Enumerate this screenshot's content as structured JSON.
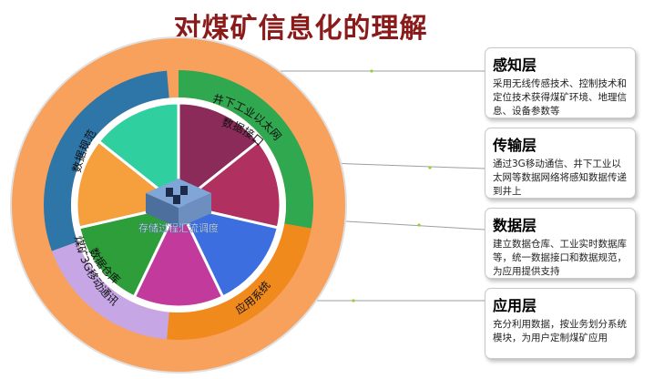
{
  "title": "对煤矿信息化的理解",
  "rings": {
    "data_norm": "数据规范",
    "ethernet": "井下工业以太网",
    "data_interface": "数据接口",
    "app_system": "应用系统",
    "mobile_comm": "煤矿3G移动通讯",
    "data_warehouse": "数据仓库",
    "center_text": "存储过程汇流调度"
  },
  "layers": [
    {
      "title": "感知层",
      "desc": "采用无线传感技术、控制技术和定位技术获得煤矿环境、地理信息、设备参数等"
    },
    {
      "title": "传输层",
      "desc": "通过3G移动通信、井下工业以太网等数据网络将感知数据传递到井上"
    },
    {
      "title": "数据层",
      "desc": "建立数据仓库、工业实时数据库等，统一数据接口和数据规范，为应用提供支持"
    },
    {
      "title": "应用层",
      "desc": "充分利用数据，按业务划分系统模块，为用户定制煤矿应用"
    }
  ],
  "colors": {
    "outer_ring": "#f7a15c",
    "data_norm_arc": "#2e75a8",
    "ethernet_arc": "#2fa84f",
    "app_arc": "#f08a1c",
    "mobile_arc": "#c7a6e6",
    "slices": [
      "#8b2b59",
      "#b03060",
      "#3d6ee0",
      "#c23a9b",
      "#2e9e3a",
      "#f5a03c",
      "#2fcfa0"
    ],
    "title": "#8b1a1a"
  }
}
